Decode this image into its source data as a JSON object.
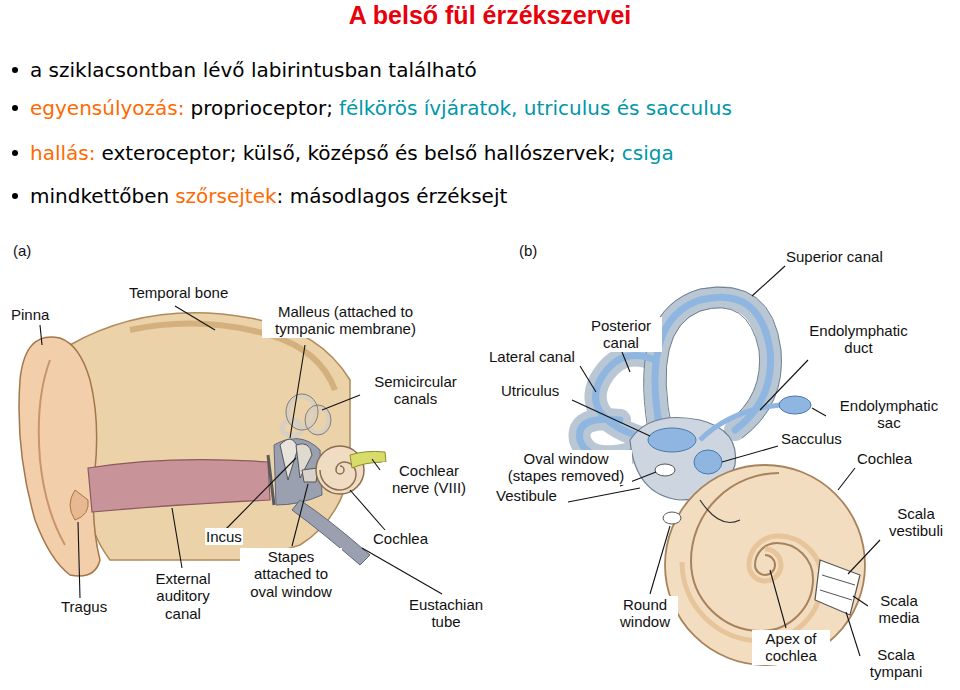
{
  "diagram": {
    "title": "A belső fül érzékszervei",
    "labels": [
      "a sziklacsontban lévő labirintusban található",
      "egyensúlyozás:",
      "proprioceptor;",
      "félkörös ívjáratok, utriculus és sacculus",
      "hallás:",
      "exteroceptor; külső, középső és belső hallószervek;",
      "csiga",
      "mindkettőben",
      "szőrsejtek",
      ": másodlagos érzéksejt",
      "(a)",
      "Pinna",
      "Temporal bone",
      "Malleus (attached to tympanic membrane)",
      "Semicircular canals",
      "Cochlear nerve (VIII)",
      "Incus",
      "Stapes attached to oval window",
      "Cochlea",
      "External auditory canal",
      "Tragus",
      "Eustachian tube",
      "(b)",
      "Superior canal",
      "Posterior canal",
      "Lateral canal",
      "Endolymphatic duct",
      "Utriculus",
      "Endolymphatic sac",
      "Oval window (stapes removed)",
      "Sacculus",
      "Cochlea",
      "Vestibule",
      "Scala vestibuli",
      "Round window",
      "Scala media",
      "Apex of cochlea",
      "Scala tympani"
    ]
  }
}
